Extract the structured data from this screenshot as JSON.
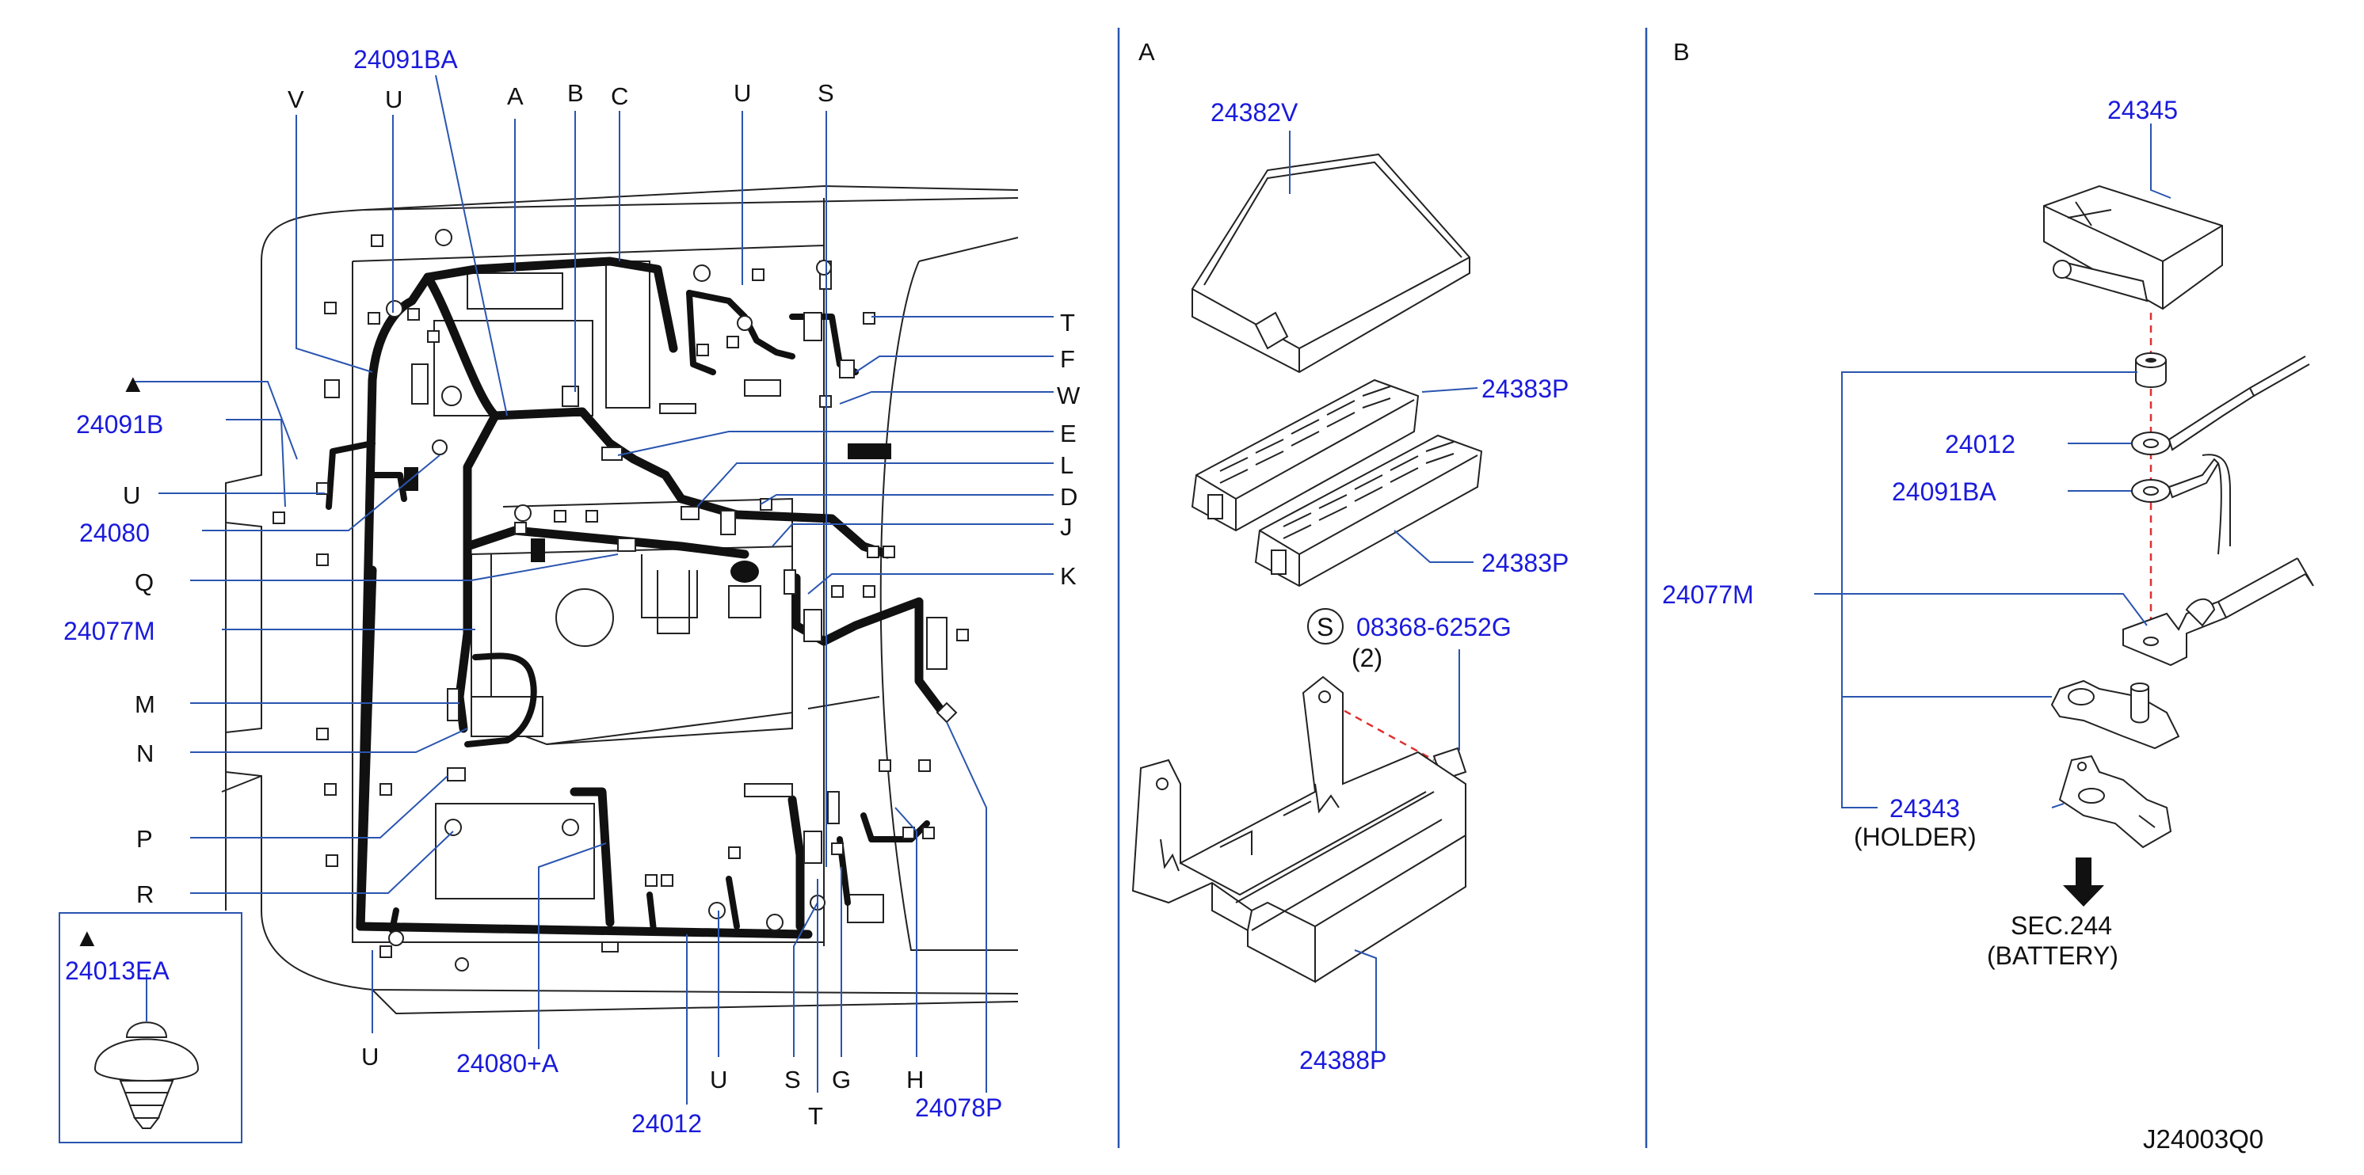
{
  "panel_main": {
    "letters": [
      "V",
      "U",
      "A",
      "B",
      "C",
      "U",
      "S",
      "T",
      "F",
      "W",
      "E",
      "L",
      "D",
      "J",
      "K",
      "U",
      "Q",
      "M",
      "N",
      "P",
      "R",
      "U",
      "U",
      "S",
      "G",
      "T",
      "H"
    ],
    "part_numbers": [
      "24091BA",
      "24091B",
      "24080",
      "24077M",
      "24013EA",
      "24080+A",
      "24012",
      "24078P"
    ],
    "triangle": "▲"
  },
  "panel_a": {
    "title": "A",
    "parts": [
      "24382V",
      "24383P",
      "24383P",
      "08368-6252G",
      "24388P"
    ],
    "screw_symbol": "S",
    "screw_qty": "(2)"
  },
  "panel_b": {
    "title": "B",
    "parts": [
      "24345",
      "24012",
      "24091BA",
      "24077M",
      "24343"
    ],
    "holder": "(HOLDER)",
    "sec": "SEC.244",
    "battery": "(BATTERY)"
  },
  "ref": "J24003Q0",
  "colors": {
    "part_number": "#1a1adc",
    "leader": "#2a55b0",
    "dashed": "#e03030"
  }
}
